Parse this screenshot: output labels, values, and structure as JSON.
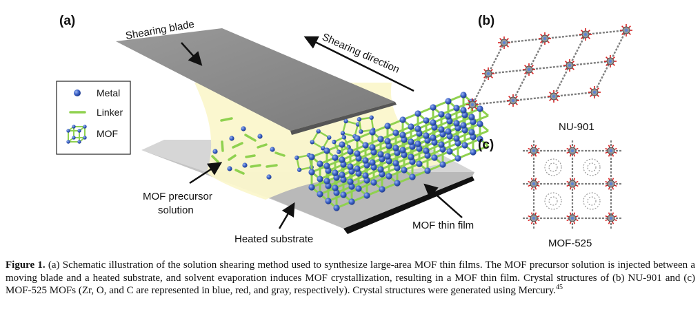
{
  "figure": {
    "panel_a": "(a)",
    "panel_b": "(b)",
    "panel_c": "(c)",
    "shearing_blade": "Shearing blade",
    "shearing_direction": "Shearing direction",
    "legend": {
      "metal": "Metal",
      "linker": "Linker",
      "mof": "MOF"
    },
    "precursor_line1": "MOF precursor",
    "precursor_line2": "solution",
    "heated_substrate": "Heated substrate",
    "thin_film": "MOF thin film",
    "label_b": "NU-901",
    "label_c": "MOF-525",
    "colors": {
      "metal": "#3d63c9",
      "linker": "#8fd14f",
      "solution": "#fbf7cc",
      "blade": "#8c8c8c",
      "substrate": "#d3d3d3",
      "oxygen": "#d62020"
    }
  },
  "caption": {
    "label": "Figure 1.",
    "text": " (a) Schematic illustration of the solution shearing method used to synthesize large-area MOF thin films. The MOF precursor solution is injected between a moving blade and a heated substrate, and solvent evaporation induces MOF crystallization, resulting in a MOF thin film. Crystal structures of (b) NU-901 and (c) MOF-525 MOFs (Zr, O, and C are represented in blue, red, and gray, respectively). Crystal structures were generated using Mercury.",
    "ref": "45"
  }
}
